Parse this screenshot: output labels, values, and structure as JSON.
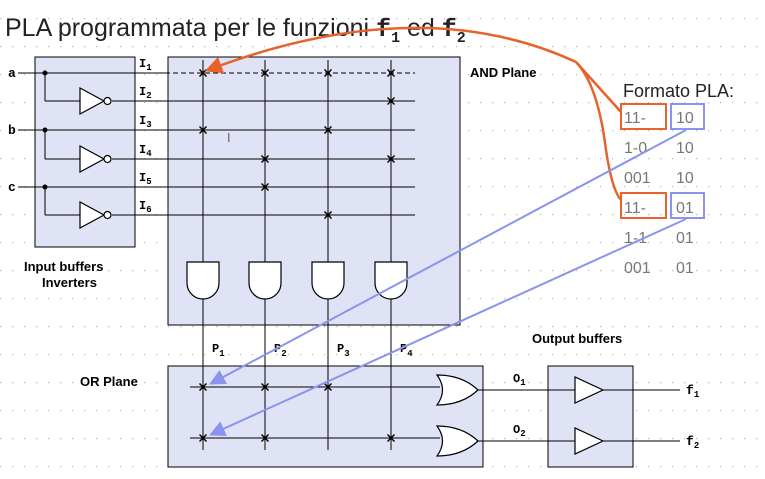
{
  "title": {
    "prefix": "PLA programmata per le funzioni ",
    "f": "f",
    "sub1": "1",
    "mid": " ed ",
    "sub2": "2"
  },
  "inputs": [
    "a",
    "b",
    "c"
  ],
  "input_lines": [
    {
      "letter": "I",
      "sub": "1"
    },
    {
      "letter": "I",
      "sub": "2"
    },
    {
      "letter": "I",
      "sub": "3"
    },
    {
      "letter": "I",
      "sub": "4"
    },
    {
      "letter": "I",
      "sub": "5"
    },
    {
      "letter": "I",
      "sub": "6"
    }
  ],
  "products": [
    {
      "letter": "P",
      "sub": "1"
    },
    {
      "letter": "P",
      "sub": "2"
    },
    {
      "letter": "P",
      "sub": "3"
    },
    {
      "letter": "P",
      "sub": "4"
    }
  ],
  "or_outputs": [
    {
      "letter": "O",
      "sub": "1"
    },
    {
      "letter": "O",
      "sub": "2"
    }
  ],
  "functions": [
    {
      "letter": "f",
      "sub": "1"
    },
    {
      "letter": "f",
      "sub": "2"
    }
  ],
  "labels": {
    "and_plane": "AND Plane",
    "or_plane": "OR Plane",
    "input_buffers_1": "Input buffers",
    "input_buffers_2": "Inverters",
    "output_buffers": "Output buffers",
    "format_title": "Formato PLA:"
  },
  "format_rows": [
    {
      "inputs": "11-",
      "outputs": "10"
    },
    {
      "inputs": "1-0",
      "outputs": "10"
    },
    {
      "inputs": "001",
      "outputs": "10"
    },
    {
      "inputs": "11-",
      "outputs": "01"
    },
    {
      "inputs": "1-1",
      "outputs": "01"
    },
    {
      "inputs": "001",
      "outputs": "01"
    }
  ],
  "colors": {
    "panel_fill": "#dfe3f5",
    "line": "#000000",
    "highlight_orange": "#e8632a",
    "highlight_blue": "#8a94ec",
    "format_text": "#777777",
    "grid_dots": "#b8b8b8"
  }
}
